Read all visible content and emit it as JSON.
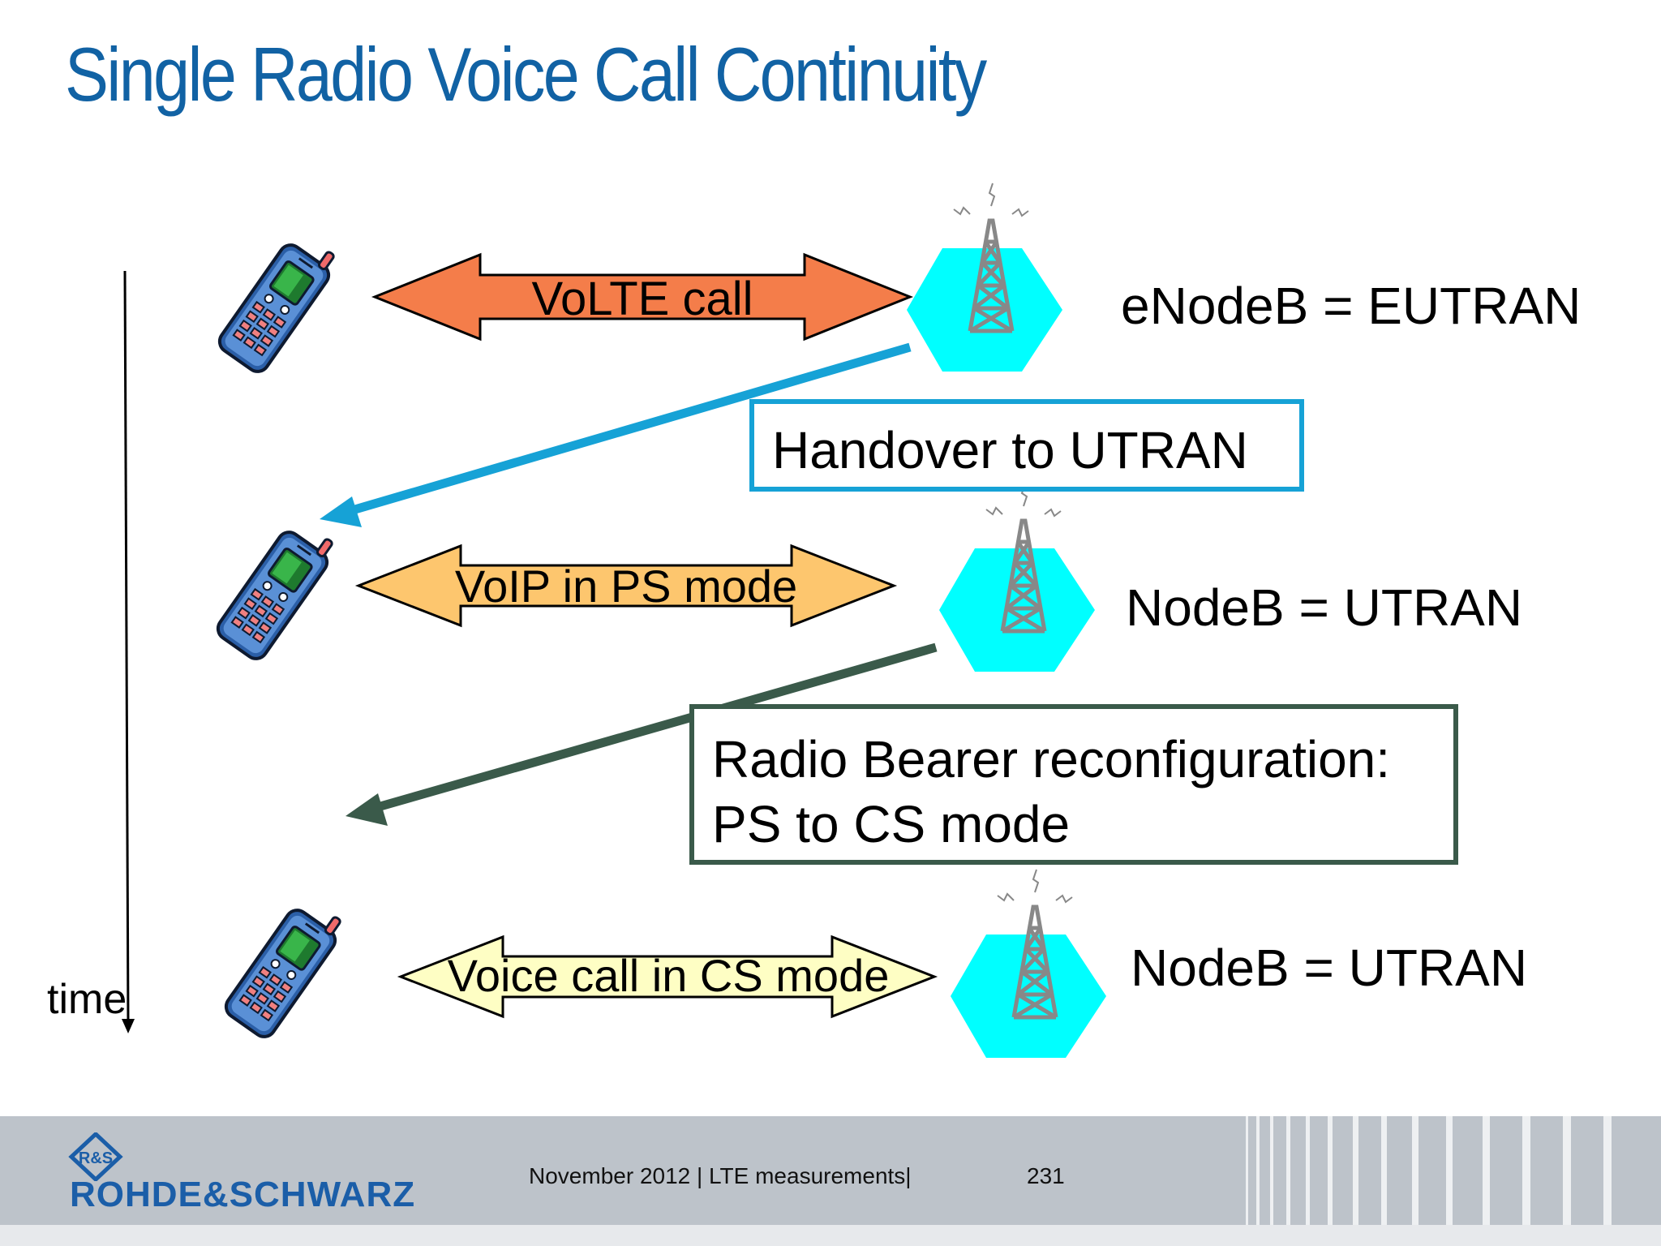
{
  "title": "Single Radio Voice Call Continuity",
  "time_axis": {
    "label": "time"
  },
  "rows": [
    {
      "link_label": "VoLTE call",
      "link_color": "#f47d4a",
      "node_label": "eNodeB = EUTRAN"
    },
    {
      "link_label": "VoIP in PS mode",
      "link_color": "#fdc66e",
      "node_label": "NodeB = UTRAN"
    },
    {
      "link_label": "Voice call in CS mode",
      "link_color": "#fefec4",
      "node_label": "NodeB = UTRAN"
    }
  ],
  "transitions": [
    {
      "lines": [
        "Handover to UTRAN"
      ],
      "color": "#16a2d6"
    },
    {
      "lines": [
        "Radio Bearer reconfiguration:",
        "PS to CS mode"
      ],
      "color": "#3a5a4a"
    }
  ],
  "colors": {
    "title": "#1162a4",
    "cell": "#00ffff",
    "tower": "#999999",
    "brand": "#1b5ea8"
  },
  "icons": [
    "mobile-phone-icon",
    "radio-tower-icon",
    "rohde-schwarz-logo"
  ],
  "footer": {
    "brand": "ROHDE&SCHWARZ",
    "brand_logo_text": "R&S",
    "meta": "November 2012 |  LTE measurements|",
    "page": "231"
  }
}
